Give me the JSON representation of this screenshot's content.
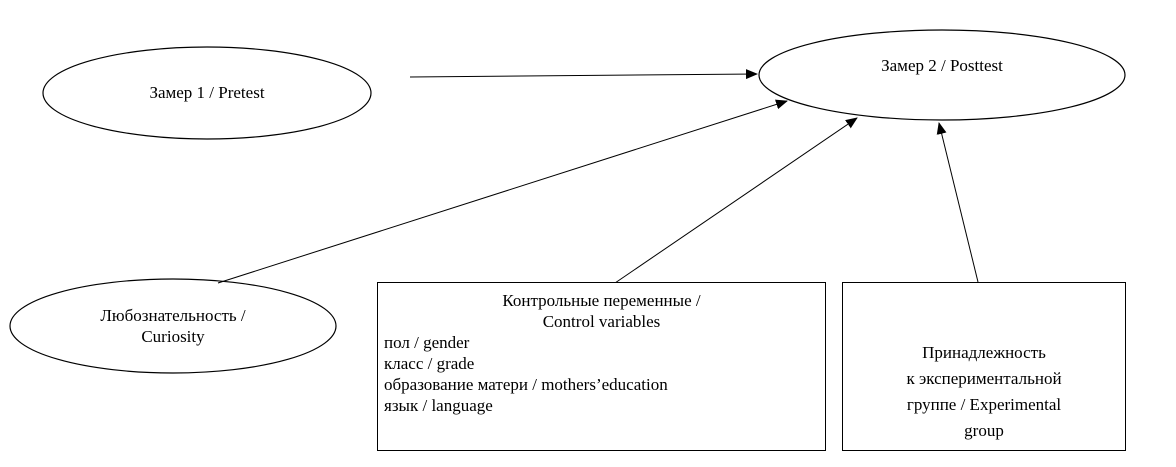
{
  "nodes": {
    "pretest": {
      "label": "Замер 1 / Pretest"
    },
    "posttest": {
      "label": "Замер 2 / Posttest"
    },
    "curiosity": {
      "line1": "Любознательность /",
      "line2": "Curiosity"
    },
    "controls": {
      "title1": "Контрольные переменные /",
      "title2": "Control variables",
      "items": [
        "пол / gender",
        "класс / grade",
        "образование матери / mothers’education",
        "язык / language"
      ]
    },
    "experimental": {
      "lines": [
        "Принадлежность",
        "к экспериментальной",
        "группе / Experimental",
        "group"
      ]
    }
  },
  "edges": [
    {
      "from": "pretest",
      "to": "posttest"
    },
    {
      "from": "curiosity",
      "to": "posttest"
    },
    {
      "from": "controls",
      "to": "posttest"
    },
    {
      "from": "experimental",
      "to": "posttest"
    }
  ]
}
